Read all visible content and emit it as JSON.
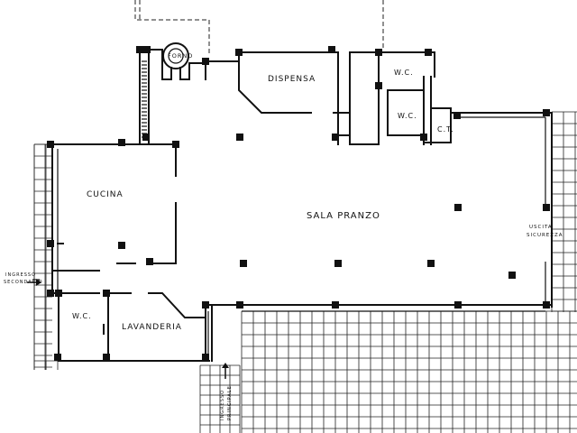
{
  "rooms": {
    "forno": "FORNO",
    "dispensa": "DISPENSA",
    "wc_top_1": "W.C.",
    "wc_top_2": "W.C.",
    "ct": "C.T.",
    "cucina": "CUCINA",
    "sala_pranzo": "SALA PRANZO",
    "uscita_sicurezza_1": "USCITA",
    "uscita_sicurezza_2": "SICUREZZA",
    "wc_bottom": "W.C.",
    "lavanderia": "LAVANDERIA",
    "ingresso_secondario_1": "INGRESSO",
    "ingresso_secondario_2": "SECONDARIO",
    "ingresso_principale_1": "INGRESSO",
    "ingresso_principale_2": "PRINCIPALE"
  }
}
